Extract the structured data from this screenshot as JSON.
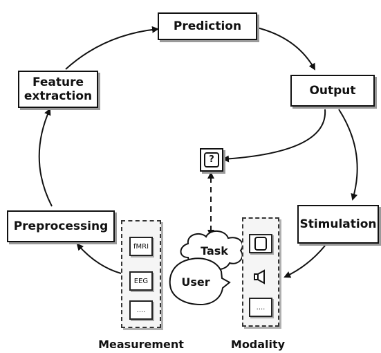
{
  "nodes": {
    "prediction": "Prediction",
    "output": "Output",
    "feature_extraction": "Feature extraction",
    "preprocessing": "Preprocessing",
    "stimulation": "Stimulation",
    "question": "?",
    "task": "Task",
    "user": "User"
  },
  "measurement": {
    "caption": "Measurement",
    "items": [
      "fMRI",
      "EEG",
      "...."
    ]
  },
  "modality": {
    "caption": "Modality",
    "items": [
      "screen-icon",
      "speaker-icon",
      "...."
    ]
  }
}
